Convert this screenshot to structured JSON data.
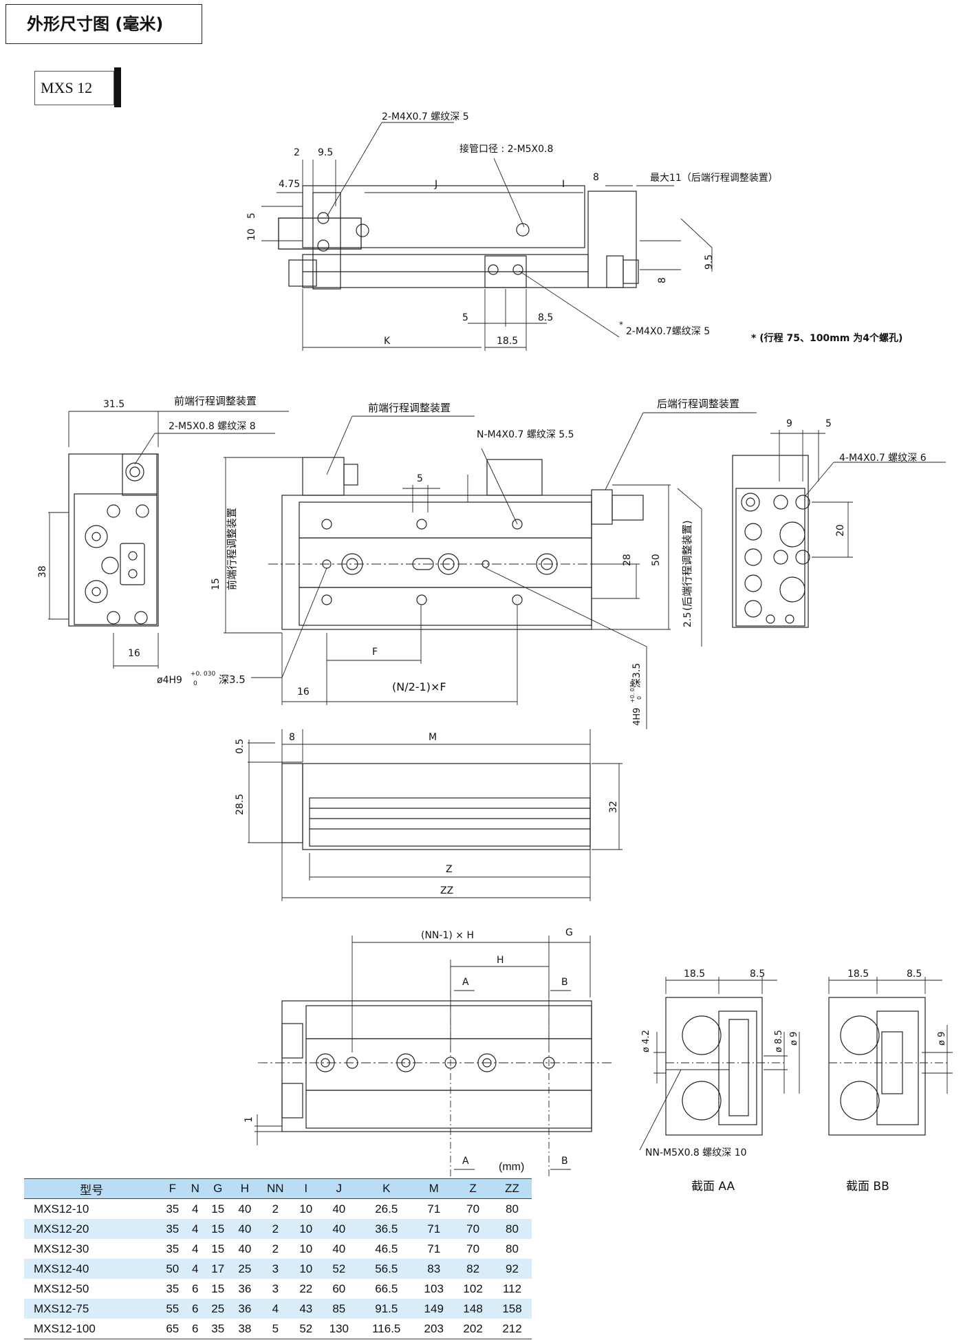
{
  "header": {
    "title": "外形尺寸图 (毫米)",
    "model": "MXS 12"
  },
  "top_view": {
    "callout_thread_top": "2-M4X0.7 螺纹深 5",
    "callout_port": "接管口径 : 2-M5X0.8",
    "callout_max": "最大11（后端行程调整装置）",
    "callout_thread_bottom": "2-M4X0.7螺纹深  5",
    "footnote": "* (行程 75、100mm  为4个螺孔)",
    "dims": {
      "d2": "2",
      "d9_5a": "9.5",
      "d4_75": "4.75",
      "j": "J",
      "i": "I",
      "d8a": "8",
      "d5a": "5",
      "d10": "10",
      "d9_5b": "9.5",
      "d8b": "8",
      "d5b": "5",
      "d8_5": "8.5",
      "k": "K",
      "d18_5": "18.5",
      "star": "*"
    }
  },
  "front_view": {
    "callout_front_adjuster_a": "前端行程调整装置",
    "callout_thread_m5": "2-M5X0.8 螺纹深 8",
    "callout_front_adjuster_b": "前端行程调整装置",
    "callout_rear_adjuster": "后端行程调整装置",
    "callout_n_thread": "N-M4X0.7 螺纹深 5.5",
    "callout_4_thread": "4-M4X0.7 螺纹深 6",
    "callout_pin_left_a": "ø4H9",
    "callout_pin_left_b": "深3.5",
    "callout_pin_right": "4H9",
    "callout_pin_right_b": "深3.5",
    "tolerance_top": "+0. 030",
    "tolerance_bottom": "0",
    "vertical_front": "前端行程调整装置",
    "vertical_rear": "(后端行程调整装置)",
    "formula": "(N/2-1)×F",
    "dims": {
      "d31_5": "31.5",
      "d38": "38",
      "d16a": "16",
      "d15": "15",
      "d5": "5",
      "d28": "28",
      "d50": "50",
      "d2_5": "2.5",
      "f": "F",
      "d16b": "16",
      "d9": "9",
      "d5b": "5",
      "d20": "20"
    }
  },
  "side_view": {
    "dims": {
      "d0_5": "0.5",
      "d8": "8",
      "m": "M",
      "d28_5": "28.5",
      "d32": "32",
      "z": "Z",
      "zz": "ZZ"
    }
  },
  "bottom_view": {
    "dims": {
      "nn1h": "(NN-1) × H",
      "g": "G",
      "h": "H",
      "a": "A",
      "b": "B",
      "d1": "1"
    }
  },
  "sections": {
    "aa_label": "截面 AA",
    "bb_label": "截面 BB",
    "callout_nn": "NN-M5X0.8 螺纹深 10",
    "dims": {
      "d18_5": "18.5",
      "d8_5": "8.5",
      "d4_2": "ø 4.2",
      "d8_5b": "ø 8.5",
      "d9": "ø 9"
    }
  },
  "table": {
    "unit": "(mm)",
    "headers": [
      "型号",
      "F",
      "N",
      "G",
      "H",
      "NN",
      "I",
      "J",
      "K",
      "M",
      "Z",
      "ZZ"
    ],
    "rows": [
      [
        "MXS12-10",
        "35",
        "4",
        "15",
        "40",
        "2",
        "10",
        "40",
        "26.5",
        "71",
        "70",
        "80"
      ],
      [
        "MXS12-20",
        "35",
        "4",
        "15",
        "40",
        "2",
        "10",
        "40",
        "36.5",
        "71",
        "70",
        "80"
      ],
      [
        "MXS12-30",
        "35",
        "4",
        "15",
        "40",
        "2",
        "10",
        "40",
        "46.5",
        "71",
        "70",
        "80"
      ],
      [
        "MXS12-40",
        "50",
        "4",
        "17",
        "25",
        "3",
        "10",
        "52",
        "56.5",
        "83",
        "82",
        "92"
      ],
      [
        "MXS12-50",
        "35",
        "6",
        "15",
        "36",
        "3",
        "22",
        "60",
        "66.5",
        "103",
        "102",
        "112"
      ],
      [
        "MXS12-75",
        "55",
        "6",
        "25",
        "36",
        "4",
        "43",
        "85",
        "91.5",
        "149",
        "148",
        "158"
      ],
      [
        "MXS12-100",
        "65",
        "6",
        "35",
        "38",
        "5",
        "52",
        "130",
        "116.5",
        "203",
        "202",
        "212"
      ]
    ]
  }
}
